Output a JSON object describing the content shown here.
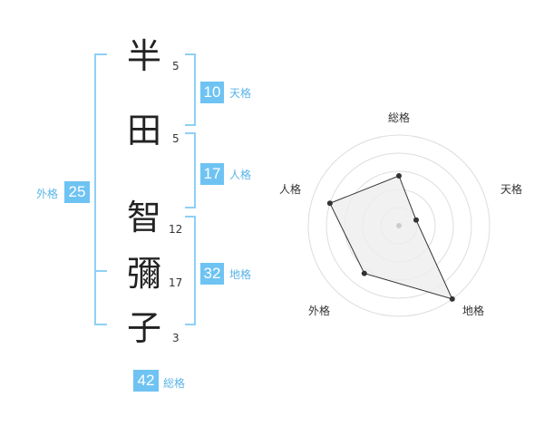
{
  "name_chars": [
    {
      "char": "半",
      "strokes": "5"
    },
    {
      "char": "田",
      "strokes": "5"
    },
    {
      "char": "智",
      "strokes": "12"
    },
    {
      "char": "彌",
      "strokes": "17"
    },
    {
      "char": "子",
      "strokes": "3"
    }
  ],
  "fortunes": {
    "tenkaku": {
      "label": "天格",
      "value": "10"
    },
    "jinkaku": {
      "label": "人格",
      "value": "17"
    },
    "chikaku": {
      "label": "地格",
      "value": "32"
    },
    "gaikaku": {
      "label": "外格",
      "value": "25"
    },
    "soukaku": {
      "label": "総格",
      "value": "42"
    }
  },
  "colors": {
    "accent": "#6ec3f3",
    "bracket": "#8fd0f5",
    "radar_fill": "#eeeeee"
  },
  "chart_data": {
    "type": "radar",
    "axes": [
      "総格",
      "天格",
      "地格",
      "外格",
      "人格"
    ],
    "values": [
      0.55,
      0.2,
      1.0,
      0.65,
      0.8
    ],
    "rmax": 1.0,
    "rings": 5
  }
}
